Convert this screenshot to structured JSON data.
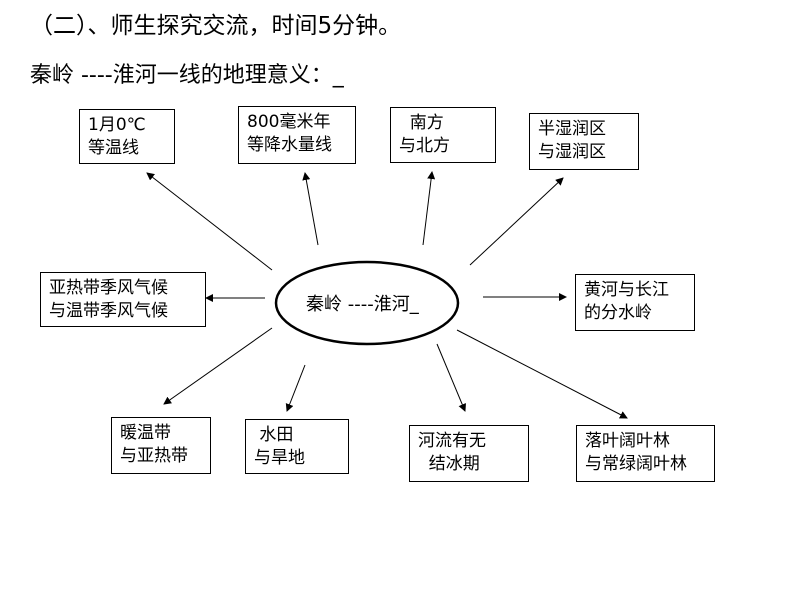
{
  "heading": {
    "line1": "（二）、师生探究交流，时间5分钟。",
    "line2": "秦岭 ----淮河一线的地理意义：_"
  },
  "diagram": {
    "center": "秦岭 ----淮河_",
    "boxes": {
      "isotherm": "1月0℃\n等温线",
      "precipitation": "800毫米年\n等降水量线",
      "north_south": "  南方\n与北方",
      "humid": "半湿润区\n与湿润区",
      "climate": "亚热带季风气候\n与温带季风气候",
      "watershed": "黄河与长江\n的分水岭",
      "temperate_zone": "暖温带\n与亚热带",
      "paddy": " 水田\n与旱地",
      "river_ice": "河流有无\n  结冰期",
      "forest": "落叶阔叶林\n与常绿阔叶林"
    }
  }
}
